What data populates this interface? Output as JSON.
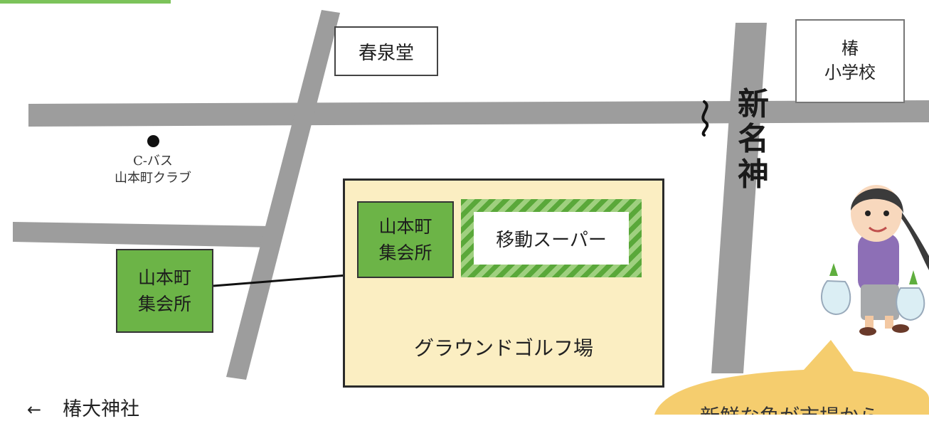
{
  "landmarks": {
    "shunsendo": "春泉堂",
    "school_line1": "椿",
    "school_line2": "小学校",
    "road_name": [
      "新",
      "名",
      "神"
    ],
    "bus_stop_line1": "C-バス",
    "bus_stop_line2": "山本町クラブ",
    "hall_line1": "山本町",
    "hall_line2": "集会所",
    "mobile_super": "移動スーパー",
    "ground_golf": "グラウンドゴルフ場",
    "shrine_arrow": "←",
    "shrine": "椿大神社",
    "speech_bubble": "新鮮な魚が市場から"
  },
  "colors": {
    "road": "#9d9d9d",
    "hall_green": "#6cb447",
    "ground_fill": "#fbeec2",
    "bubble_fill": "#f5cd6e",
    "accent": "#7cc35a"
  },
  "icons": {
    "bus_stop": "bus-stop-dot-icon",
    "road_break": "road-break-icon",
    "shopper": "shopper-illustration-icon"
  }
}
